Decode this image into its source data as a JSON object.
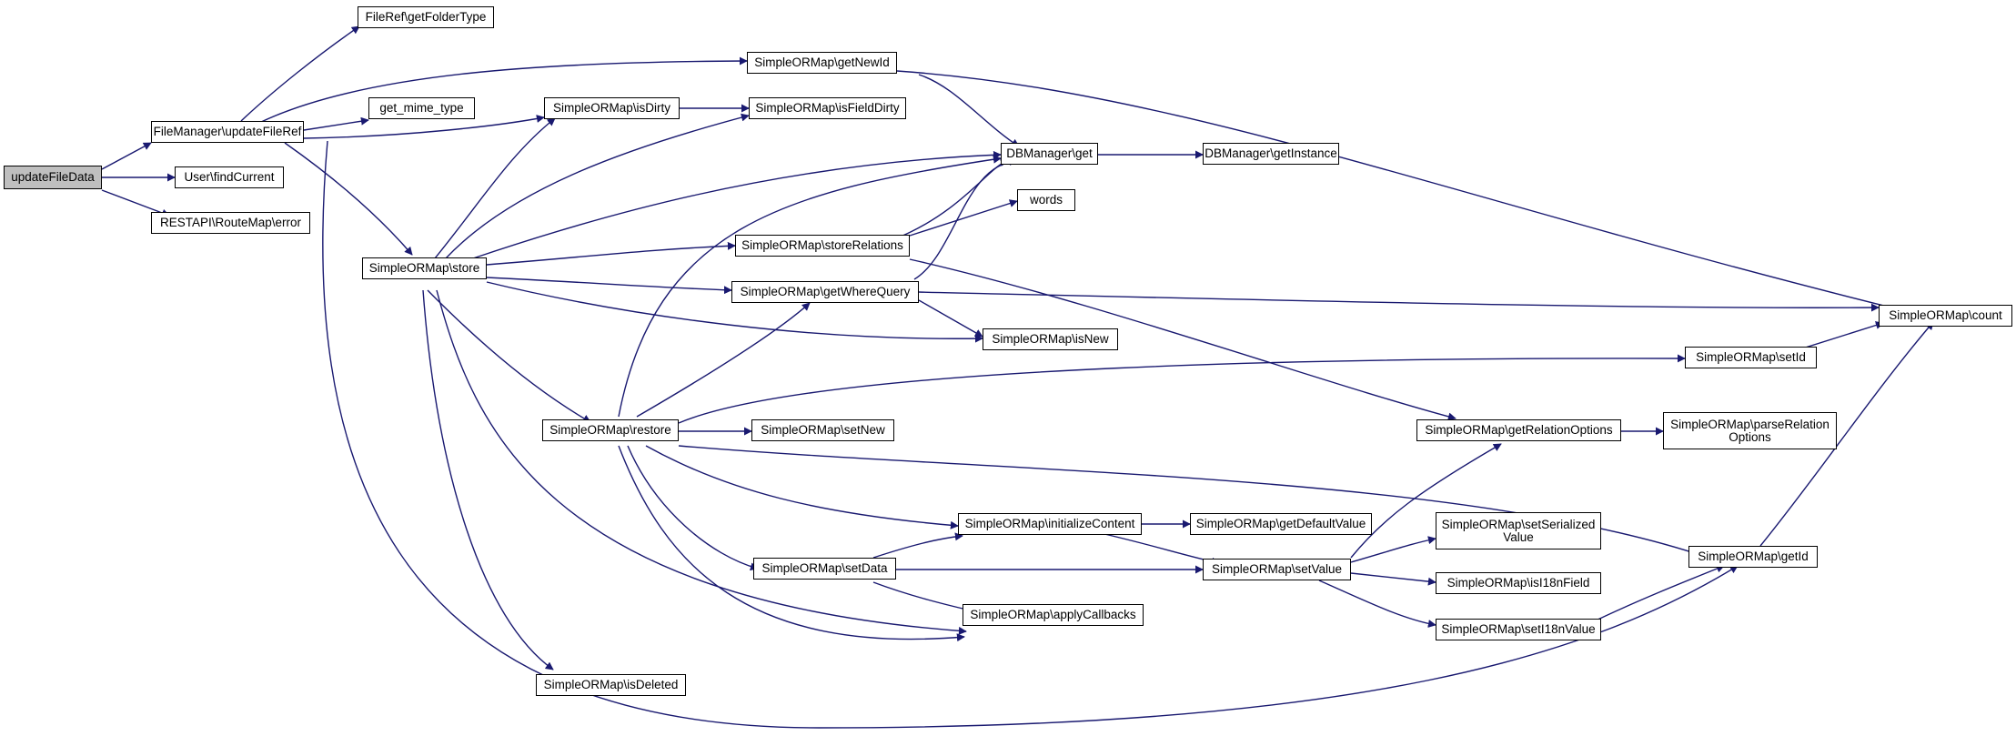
{
  "graph": {
    "colors": {
      "edge": "#191970",
      "node_border": "#000000",
      "root_fill": "#bfbfbf",
      "node_fill": "#ffffff"
    },
    "nodes": {
      "updateFileData": "updateFileData",
      "FileManager_updateFileRef": "FileManager\\updateFileRef",
      "User_findCurrent": "User\\findCurrent",
      "RESTAPI_RouteMap_error": "RESTAPI\\RouteMap\\error",
      "FileRef_getFolderType": "FileRef\\getFolderType",
      "get_mime_type": "get_mime_type",
      "SimpleORMap_getNewId": "SimpleORMap\\getNewId",
      "SimpleORMap_isDirty": "SimpleORMap\\isDirty",
      "SimpleORMap_isFieldDirty": "SimpleORMap\\isFieldDirty",
      "SimpleORMap_store": "SimpleORMap\\store",
      "DBManager_get": "DBManager\\get",
      "DBManager_getInstance": "DBManager\\getInstance",
      "words": "words",
      "SimpleORMap_storeRelations": "SimpleORMap\\storeRelations",
      "SimpleORMap_getWhereQuery": "SimpleORMap\\getWhereQuery",
      "SimpleORMap_isNew": "SimpleORMap\\isNew",
      "SimpleORMap_count": "SimpleORMap\\count",
      "SimpleORMap_setId": "SimpleORMap\\setId",
      "SimpleORMap_restore": "SimpleORMap\\restore",
      "SimpleORMap_setNew": "SimpleORMap\\setNew",
      "SimpleORMap_getRelationOptions": "SimpleORMap\\getRelationOptions",
      "SimpleORMap_parseRelationOptions": "SimpleORMap\\parseRelation\nOptions",
      "SimpleORMap_initializeContent": "SimpleORMap\\initializeContent",
      "SimpleORMap_getDefaultValue": "SimpleORMap\\getDefaultValue",
      "SimpleORMap_setSerializedValue": "SimpleORMap\\setSerialized\nValue",
      "SimpleORMap_setData": "SimpleORMap\\setData",
      "SimpleORMap_setValue": "SimpleORMap\\setValue",
      "SimpleORMap_isI18nField": "SimpleORMap\\isI18nField",
      "SimpleORMap_getId": "SimpleORMap\\getId",
      "SimpleORMap_applyCallbacks": "SimpleORMap\\applyCallbacks",
      "SimpleORMap_setI18nValue": "SimpleORMap\\setI18nValue",
      "SimpleORMap_isDeleted": "SimpleORMap\\isDeleted"
    }
  }
}
